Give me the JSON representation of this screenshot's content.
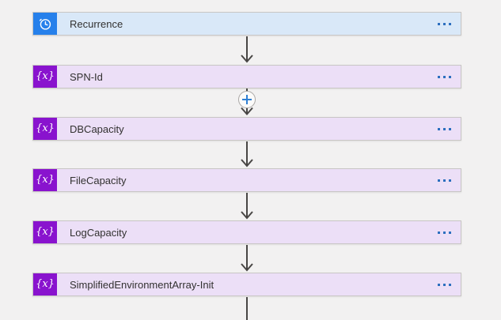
{
  "app": {
    "name": "Power Automate flow designer canvas"
  },
  "colors": {
    "canvas_background": "#F2F1F1",
    "trigger_card_bg": "#D9E8F8",
    "trigger_icon_bg": "#2680EB",
    "action_card_bg": "#ECDFF7",
    "action_icon_bg": "#8913CE",
    "card_border": "#C8C6C4",
    "arrow": "#484644",
    "menu_dots": "#2C6FBF",
    "plus_sign": "#2F7FD4",
    "label_text": "#323130"
  },
  "nodes": [
    {
      "label": "Recurrence",
      "kind": "trigger",
      "icon": "recurrence-clock-icon"
    },
    {
      "label": "SPN-Id",
      "kind": "action",
      "icon": "variable-icon",
      "icon_glyph": "{x}"
    },
    {
      "label": "DBCapacity",
      "kind": "action",
      "icon": "variable-icon",
      "icon_glyph": "{x}"
    },
    {
      "label": "FileCapacity",
      "kind": "action",
      "icon": "variable-icon",
      "icon_glyph": "{x}"
    },
    {
      "label": "LogCapacity",
      "kind": "action",
      "icon": "variable-icon",
      "icon_glyph": "{x}"
    },
    {
      "label": "SimplifiedEnvironmentArray-Init",
      "kind": "action",
      "icon": "variable-icon",
      "icon_glyph": "{x}"
    }
  ],
  "connectors": {
    "insert_plus_between": [
      "SPN-Id",
      "DBCapacity"
    ]
  }
}
